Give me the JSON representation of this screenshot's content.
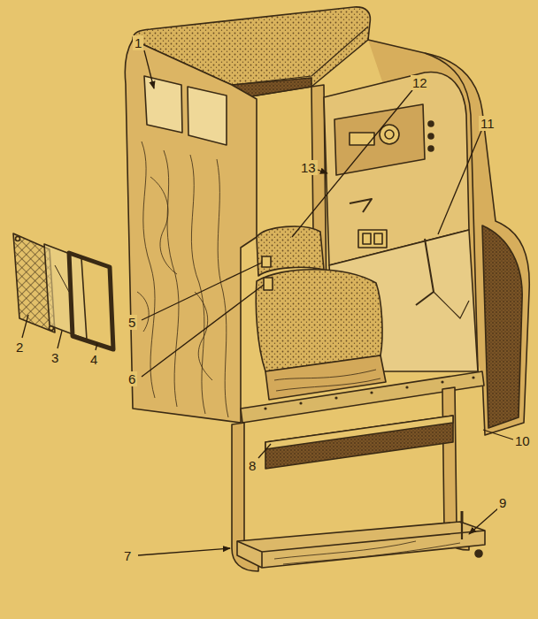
{
  "diagram": {
    "labels": [
      "1",
      "2",
      "3",
      "4",
      "5",
      "6",
      "7",
      "8",
      "9",
      "10",
      "11",
      "12",
      "13"
    ]
  }
}
